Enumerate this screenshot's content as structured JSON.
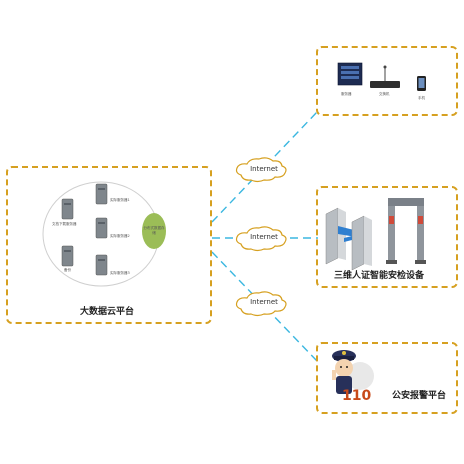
{
  "platform": {
    "caption": "大数据云平台",
    "servers": {
      "top": "实际服务器1",
      "left": "文档下载服务器",
      "middle": "实际服务器2",
      "bottom_left": "备份",
      "bottom": "实际服务器3"
    },
    "core_label": "分布式数据存储"
  },
  "internet_label": "Internet",
  "device_box": {
    "caption": "三维人证智能安检设备"
  },
  "net_box": {
    "items": [
      "服务器",
      "交换机",
      "手机"
    ]
  },
  "police_box": {
    "number": "110",
    "caption": "公安报警平台"
  },
  "colors": {
    "dash_border": "#d6a020",
    "link_line": "#3bb7e0",
    "ellipse": "#9bbd57"
  }
}
